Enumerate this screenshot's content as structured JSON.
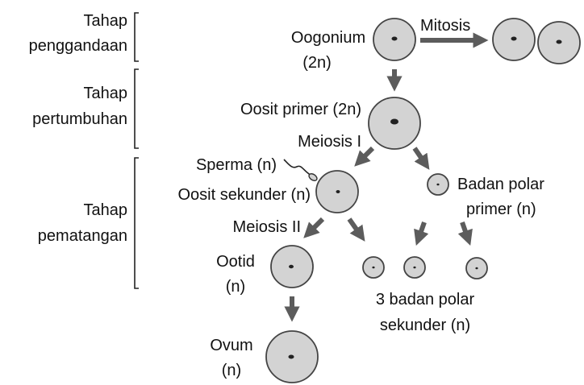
{
  "stages": {
    "multiplication": [
      "Tahap",
      "penggandaan"
    ],
    "growth": [
      "Tahap",
      "pertumbuhan"
    ],
    "maturation": [
      "Tahap",
      "pematangan"
    ]
  },
  "labels": {
    "oogonium": [
      "Oogonium",
      "(2n)"
    ],
    "mitosis": "Mitosis",
    "primary_oocyte": "Oosit primer (2n)",
    "meiosis_1": "Meiosis I",
    "sperm": "Sperma (n)",
    "secondary_oocyte": "Oosit sekunder (n)",
    "first_polar_body": [
      "Badan polar",
      "primer (n)"
    ],
    "meiosis_2": "Meiosis II",
    "ootid": [
      "Ootid",
      "(n)"
    ],
    "secondary_polar_bodies": [
      "3 badan polar",
      "sekunder (n)"
    ],
    "ovum": [
      "Ovum",
      "(n)"
    ]
  },
  "colors": {
    "cell_fill": "#d3d3d3",
    "cell_outline": "#444444",
    "arrow": "#5c5c5c",
    "text": "#111111"
  }
}
